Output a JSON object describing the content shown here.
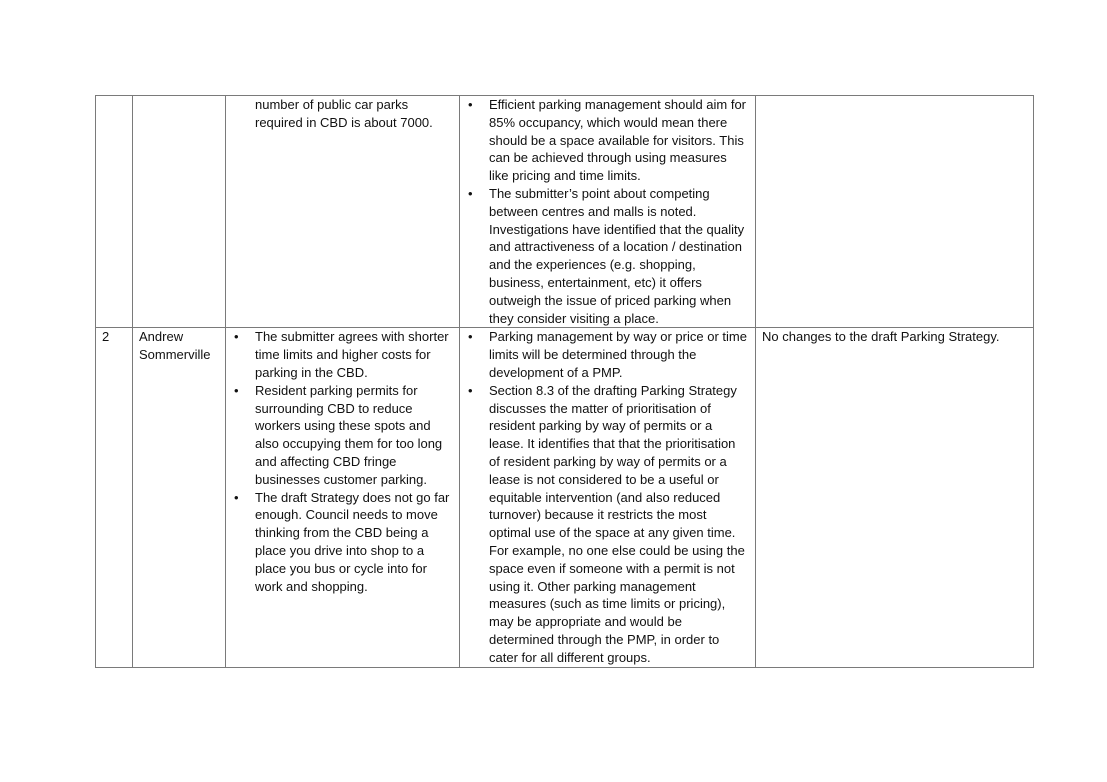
{
  "rows": [
    {
      "number": "",
      "name": "",
      "submission_plain": "number of public car parks required in CBD is about 7000.",
      "response": [
        "Efficient parking management should aim for 85% occupancy, which would mean there should be a space available for visitors. This can be achieved through using measures like pricing and time limits.",
        "The submitter’s point about competing between centres and malls is noted. Investigations have identified that the quality and attractiveness of a location / destination and the experiences (e.g. shopping, business, entertainment, etc) it offers outweigh the issue of priced parking when they consider visiting a place."
      ],
      "action": ""
    },
    {
      "number": "2",
      "name": "Andrew Sommerville",
      "submission": [
        "The submitter agrees with shorter time limits and higher costs for parking in the CBD.",
        "Resident parking permits for surrounding CBD to reduce workers using these spots and also occupying them for too long and affecting CBD fringe businesses customer parking.",
        "The draft Strategy does not go far enough. Council needs to move thinking from the CBD being a place you drive into shop to a place you bus or cycle into for work and shopping."
      ],
      "response": [
        "Parking management by way or price or time limits will be determined through the development of a PMP.",
        "Section 8.3 of the drafting Parking Strategy discusses the matter of prioritisation of resident parking by way of permits or a lease. It identifies that that the prioritisation of resident parking by way of permits or a lease is not considered to be a useful or equitable intervention (and also reduced turnover) because it restricts the most optimal use of the space at any given time. For example, no one else could be using the space even if someone with a permit is not using it. Other parking management measures (such as time limits or pricing), may be appropriate and would be determined through the PMP, in order to cater for all different groups."
      ],
      "action": "No changes to the draft Parking Strategy."
    }
  ]
}
